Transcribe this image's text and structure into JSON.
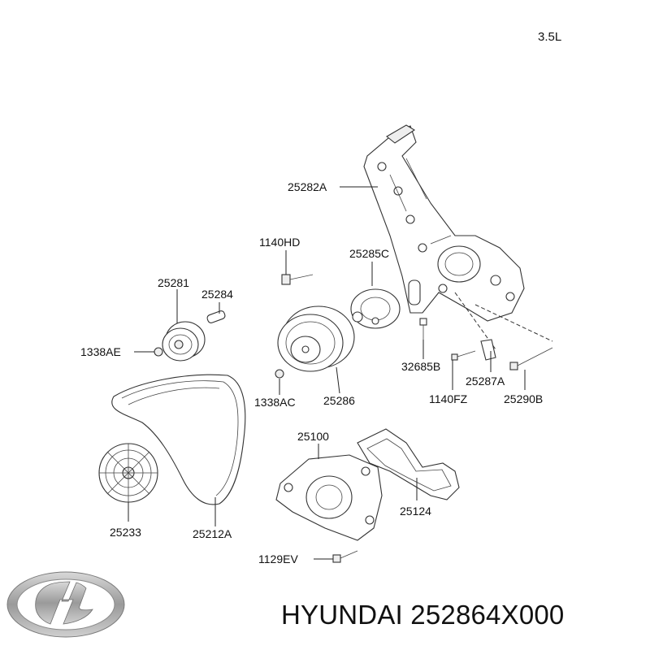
{
  "engine": "3.5L",
  "brand": {
    "text": "HYUNDAI 252864X000",
    "logo": "hyundai-logo"
  },
  "labels": [
    {
      "id": "l25282a",
      "text": "25282A"
    },
    {
      "id": "l1140hd",
      "text": "1140HD"
    },
    {
      "id": "l25285c",
      "text": "25285C"
    },
    {
      "id": "l25281",
      "text": "25281"
    },
    {
      "id": "l25284",
      "text": "25284"
    },
    {
      "id": "l1338ae",
      "text": "1338AE"
    },
    {
      "id": "l32685b",
      "text": "32685B"
    },
    {
      "id": "l25287a",
      "text": "25287A"
    },
    {
      "id": "l1140fz",
      "text": "1140FZ"
    },
    {
      "id": "l25290b",
      "text": "25290B"
    },
    {
      "id": "l1338ac",
      "text": "1338AC"
    },
    {
      "id": "l25286",
      "text": "25286"
    },
    {
      "id": "l25100",
      "text": "25100"
    },
    {
      "id": "l25124",
      "text": "25124"
    },
    {
      "id": "l25233",
      "text": "25233"
    },
    {
      "id": "l25212a",
      "text": "25212A"
    },
    {
      "id": "l1129ev",
      "text": "1129EV"
    }
  ]
}
